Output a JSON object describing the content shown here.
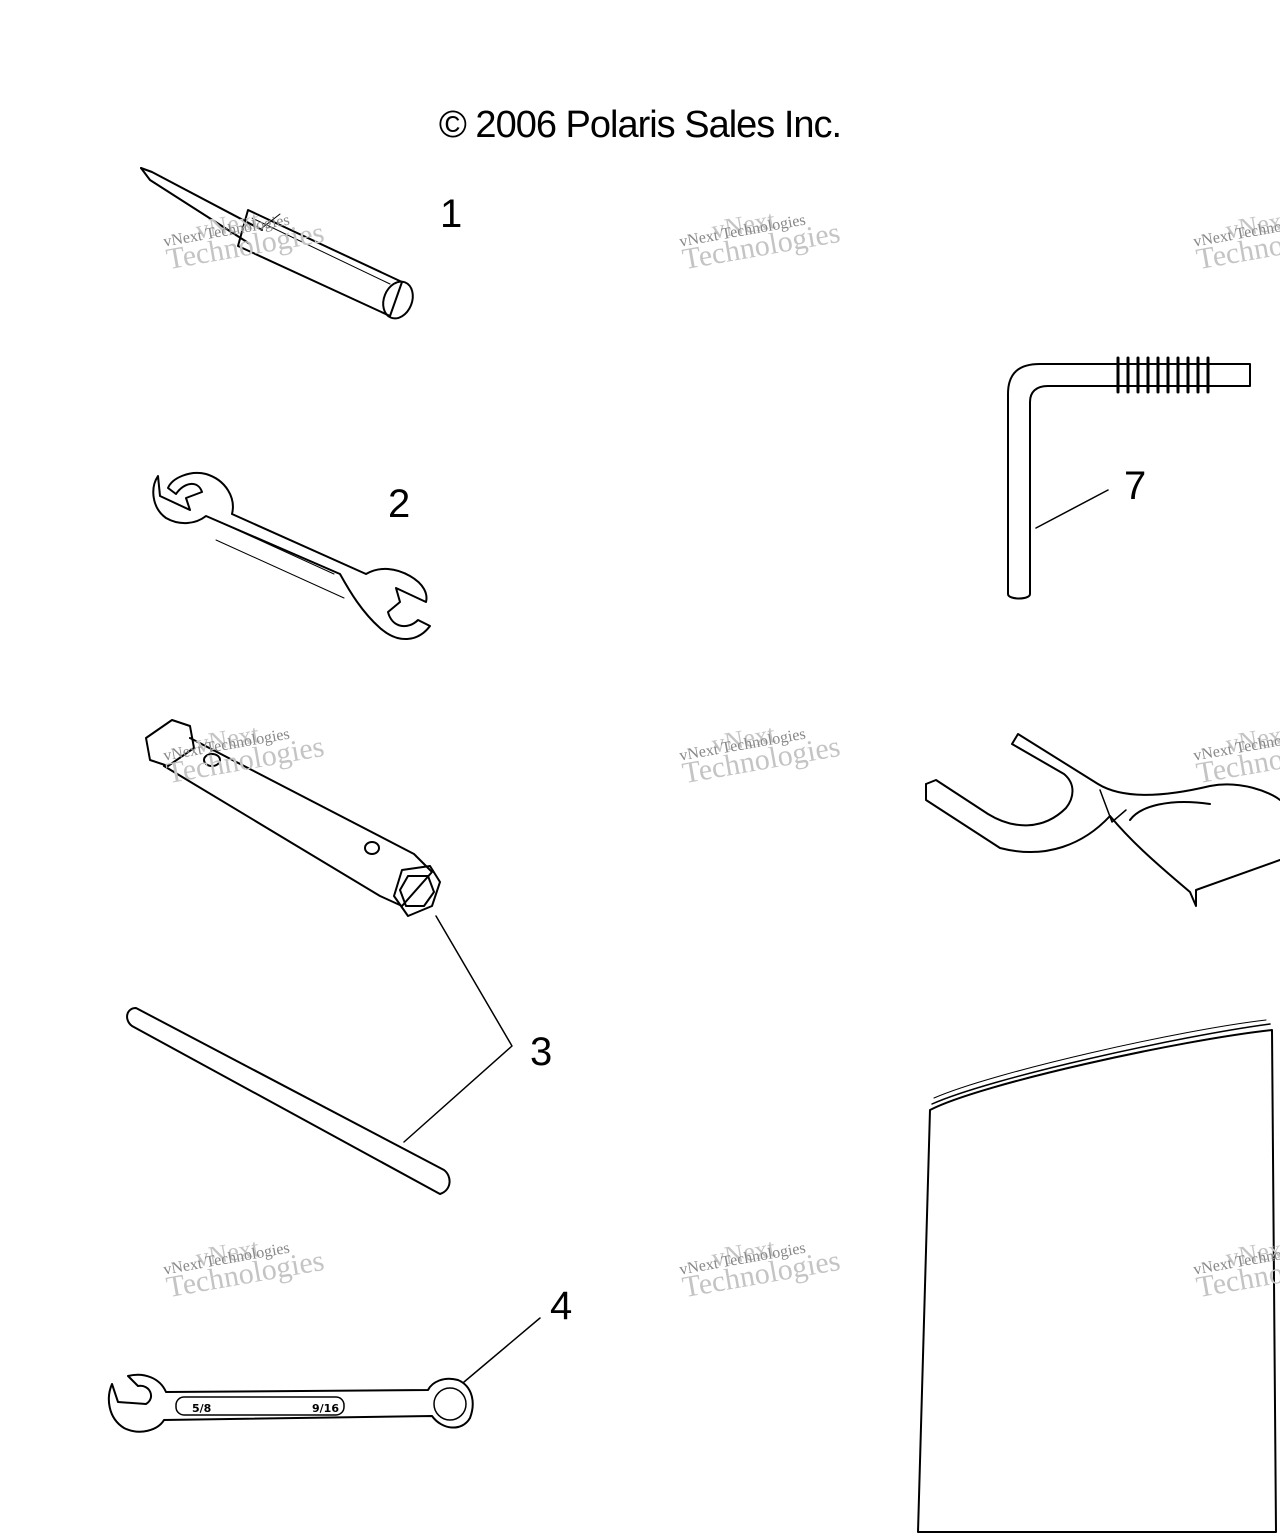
{
  "copyright": "© 2006 Polaris Sales Inc.",
  "callouts": [
    "1",
    "2",
    "3",
    "4",
    "7"
  ],
  "watermark": {
    "line1": "vNext",
    "line2": "vNext Technologies",
    "line3": "Technologies"
  },
  "wrench_marks": {
    "left": "5/8",
    "right": "9/16"
  }
}
